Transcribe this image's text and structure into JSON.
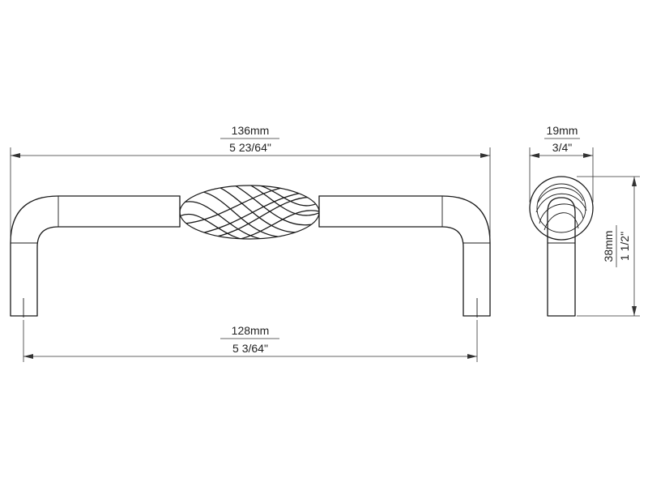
{
  "dimensions": {
    "overall_length": {
      "metric": "136mm",
      "imperial": "5 23/64\""
    },
    "hole_center": {
      "metric": "128mm",
      "imperial": "5 3/64\""
    },
    "bar_diameter": {
      "metric": "19mm",
      "imperial": "3/4\""
    },
    "projection": {
      "metric": "38mm",
      "imperial": "1 1/2\""
    }
  }
}
